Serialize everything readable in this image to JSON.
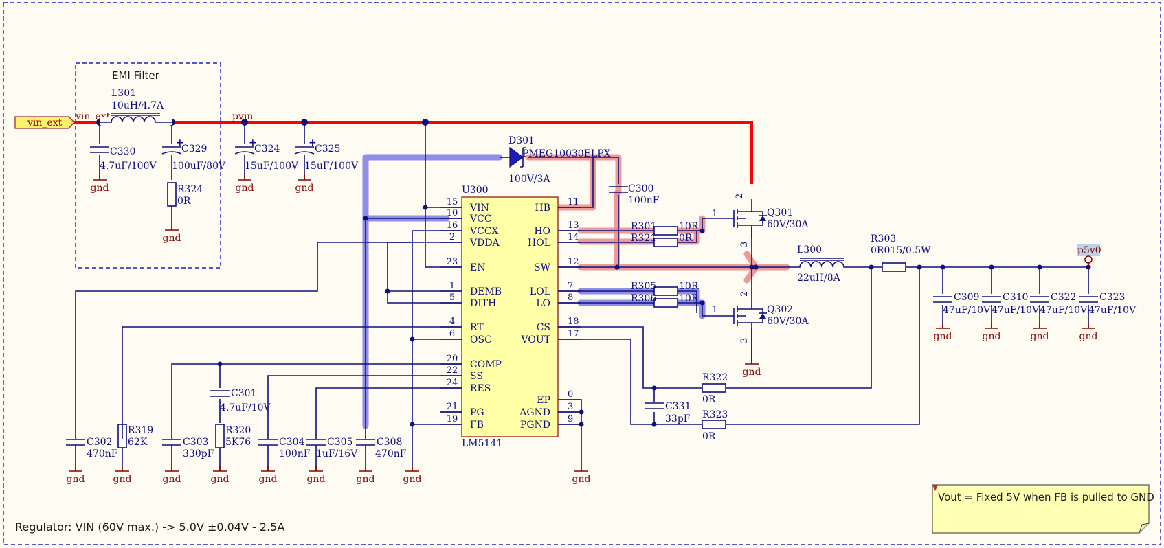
{
  "sheet": {
    "emi_filter_title": "EMI Filter",
    "footer_text": "Regulator: VIN (60V max.) -> 5.0V ±0.04V - 2.5A",
    "note_text": "Vout = Fixed 5V when FB is pulled to GND",
    "gnd_label": "gnd"
  },
  "nets": {
    "vin_ext_port": "vin_ext",
    "vin_ext_label": "vin_ext",
    "pvin_label": "pvin",
    "p5v0_label": "p5v0"
  },
  "ic": {
    "ref": "U300",
    "part": "LM5141",
    "left_pins": [
      {
        "num": "15",
        "name": "VIN"
      },
      {
        "num": "10",
        "name": "VCC"
      },
      {
        "num": "16",
        "name": "VCCX"
      },
      {
        "num": "2",
        "name": "VDDA"
      },
      {
        "num": "23",
        "name": "EN"
      },
      {
        "num": "1",
        "name": "DEMB"
      },
      {
        "num": "5",
        "name": "DITH"
      },
      {
        "num": "4",
        "name": "RT"
      },
      {
        "num": "6",
        "name": "OSC"
      },
      {
        "num": "20",
        "name": "COMP"
      },
      {
        "num": "22",
        "name": "SS"
      },
      {
        "num": "24",
        "name": "RES"
      },
      {
        "num": "21",
        "name": "PG"
      },
      {
        "num": "19",
        "name": "FB"
      }
    ],
    "right_pins": [
      {
        "num": "11",
        "name": "HB"
      },
      {
        "num": "13",
        "name": "HO"
      },
      {
        "num": "14",
        "name": "HOL"
      },
      {
        "num": "12",
        "name": "SW"
      },
      {
        "num": "7",
        "name": "LOL"
      },
      {
        "num": "8",
        "name": "LO"
      },
      {
        "num": "18",
        "name": "CS"
      },
      {
        "num": "17",
        "name": "VOUT"
      },
      {
        "num": "0",
        "name": "EP"
      },
      {
        "num": "3",
        "name": "AGND"
      },
      {
        "num": "9",
        "name": "PGND"
      }
    ]
  },
  "components": {
    "L301": {
      "ref": "L301",
      "value": "10uH/4.7A"
    },
    "C330": {
      "ref": "C330",
      "value": "4.7uF/100V"
    },
    "C329": {
      "ref": "C329",
      "value": "100uF/80V"
    },
    "R324": {
      "ref": "R324",
      "value": "0R"
    },
    "C324": {
      "ref": "C324",
      "value": "15uF/100V"
    },
    "C325": {
      "ref": "C325",
      "value": "15uF/100V"
    },
    "D301": {
      "ref": "D301",
      "value": "PMEG10030ELPX",
      "rating": "100V/3A"
    },
    "C300": {
      "ref": "C300",
      "value": "100nF"
    },
    "R301": {
      "ref": "R301",
      "value": "10R"
    },
    "R321": {
      "ref": "R321",
      "value": "0R"
    },
    "R305": {
      "ref": "R305",
      "value": "10R"
    },
    "R306": {
      "ref": "R306",
      "value": "10R"
    },
    "Q301": {
      "ref": "Q301",
      "value": "60V/30A",
      "pin_g": "1",
      "pin_d": "2",
      "pin_s": "3"
    },
    "Q302": {
      "ref": "Q302",
      "value": "60V/30A",
      "pin_g": "1",
      "pin_d": "2",
      "pin_s": "3"
    },
    "L300": {
      "ref": "L300",
      "value": "22uH/8A"
    },
    "R303": {
      "ref": "R303",
      "value": "0R015/0.5W"
    },
    "C309": {
      "ref": "C309",
      "value": "47uF/10V"
    },
    "C310": {
      "ref": "C310",
      "value": "47uF/10V"
    },
    "C322": {
      "ref": "C322",
      "value": "47uF/10V"
    },
    "C323": {
      "ref": "C323",
      "value": "47uF/10V"
    },
    "R322": {
      "ref": "R322",
      "value": "0R"
    },
    "R323": {
      "ref": "R323",
      "value": "0R"
    },
    "C331": {
      "ref": "C331",
      "value": "33pF"
    },
    "C302": {
      "ref": "C302",
      "value": "470nF"
    },
    "R319": {
      "ref": "R319",
      "value": "62K"
    },
    "C303": {
      "ref": "C303",
      "value": "330pF"
    },
    "C301": {
      "ref": "C301",
      "value": "4.7uF/10V"
    },
    "R320": {
      "ref": "R320",
      "value": "5K76"
    },
    "C304": {
      "ref": "C304",
      "value": "100nF"
    },
    "C305": {
      "ref": "C305",
      "value": "1uF/16V"
    },
    "C308": {
      "ref": "C308",
      "value": "470nF"
    }
  },
  "colors": {
    "wire": "#10107a",
    "power_net": "#ff0000",
    "highlight_red": "#ea8a8a",
    "highlight_blue": "#7a7ae6",
    "ic_fill": "#ffffa8",
    "ic_border": "#a0292b",
    "gnd": "#8b0000",
    "note_fill": "#ffffb3",
    "border": "#1c1ccc"
  }
}
